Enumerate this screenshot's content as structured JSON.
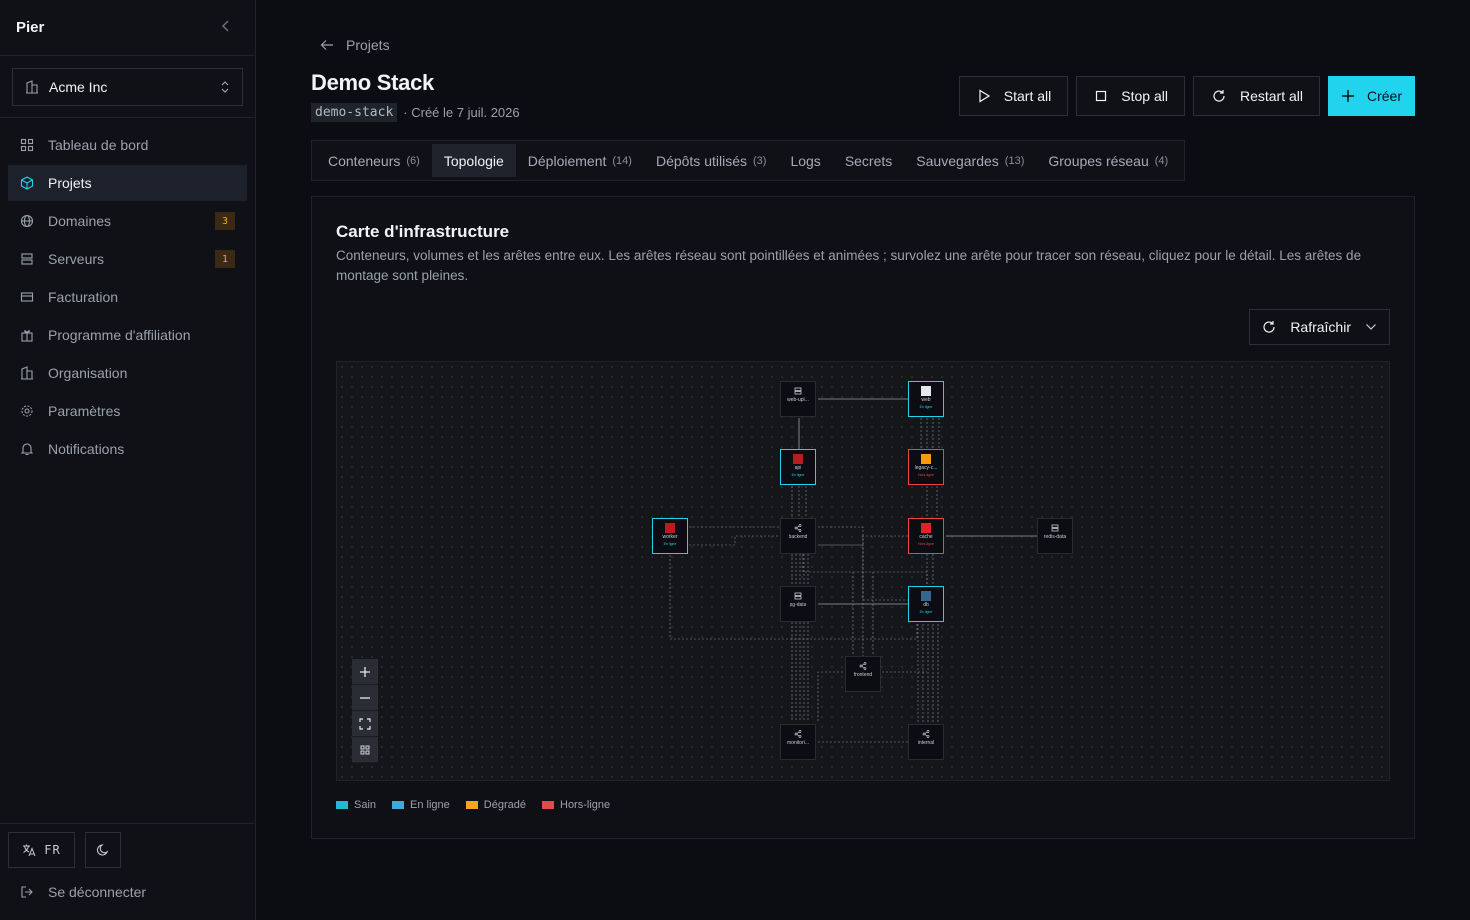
{
  "sidebar": {
    "brand": "Pier",
    "org": "Acme Inc",
    "items": [
      {
        "label": "Tableau de bord",
        "icon": "dashboard-icon",
        "badge": ""
      },
      {
        "label": "Projets",
        "icon": "cube-icon",
        "badge": "",
        "active": true
      },
      {
        "label": "Domaines",
        "icon": "globe-icon",
        "badge": "3"
      },
      {
        "label": "Serveurs",
        "icon": "server-icon",
        "badge": "1"
      },
      {
        "label": "Facturation",
        "icon": "credit-card-icon",
        "badge": ""
      },
      {
        "label": "Programme d'affiliation",
        "icon": "gift-icon",
        "badge": ""
      },
      {
        "label": "Organisation",
        "icon": "building-icon",
        "badge": ""
      },
      {
        "label": "Paramètres",
        "icon": "gear-icon",
        "badge": ""
      },
      {
        "label": "Notifications",
        "icon": "bell-icon",
        "badge": ""
      }
    ],
    "lang": "FR",
    "logout": "Se déconnecter"
  },
  "header": {
    "back": "Projets",
    "title": "Demo Stack",
    "slug": "demo-stack",
    "created": "· Créé le 7 juil. 2026"
  },
  "actions": {
    "start": "Start all",
    "stop": "Stop all",
    "restart": "Restart all",
    "create": "Créer"
  },
  "tabs": [
    {
      "label": "Conteneurs",
      "count": "(6)"
    },
    {
      "label": "Topologie",
      "count": "",
      "active": true
    },
    {
      "label": "Déploiement",
      "count": "(14)"
    },
    {
      "label": "Dépôts utilisés",
      "count": "(3)"
    },
    {
      "label": "Logs",
      "count": ""
    },
    {
      "label": "Secrets",
      "count": ""
    },
    {
      "label": "Sauvegardes",
      "count": "(13)"
    },
    {
      "label": "Groupes réseau",
      "count": "(4)"
    }
  ],
  "card": {
    "title": "Carte d'infrastructure",
    "desc": "Conteneurs, volumes et les arêtes entre eux. Les arêtes réseau sont pointillées et animées ; survolez une arête pour tracer son réseau, cliquez pour le détail. Les arêtes de montage sont pleines.",
    "refresh": "Rafraîchir"
  },
  "graph": {
    "nodes": [
      {
        "id": "webupl",
        "label": "web-upl...",
        "kind": "volume",
        "status": ""
      },
      {
        "id": "web",
        "label": "web",
        "kind": "container",
        "status": "En ligne",
        "state": "ok"
      },
      {
        "id": "api",
        "label": "api",
        "kind": "container",
        "status": "En ligne",
        "state": "ok"
      },
      {
        "id": "legacy",
        "label": "legacy-c...",
        "kind": "container",
        "status": "Hors-ligne",
        "state": "bad"
      },
      {
        "id": "worker",
        "label": "worker",
        "kind": "container",
        "status": "En ligne",
        "state": "ok"
      },
      {
        "id": "backend",
        "label": "backend",
        "kind": "network",
        "status": ""
      },
      {
        "id": "cache",
        "label": "cache",
        "kind": "container",
        "status": "Hors-ligne",
        "state": "bad"
      },
      {
        "id": "redisdata",
        "label": "redis-data",
        "kind": "volume",
        "status": ""
      },
      {
        "id": "pgdata",
        "label": "pg-data",
        "kind": "volume",
        "status": ""
      },
      {
        "id": "db",
        "label": "db",
        "kind": "container",
        "status": "En ligne",
        "state": "ok"
      },
      {
        "id": "frontend",
        "label": "frontend",
        "kind": "network",
        "status": ""
      },
      {
        "id": "monitori",
        "label": "monitori...",
        "kind": "network",
        "status": ""
      },
      {
        "id": "internal",
        "label": "internal",
        "kind": "network",
        "status": ""
      }
    ]
  },
  "legend": [
    {
      "label": "Sain",
      "color": "#22b8d6"
    },
    {
      "label": "En ligne",
      "color": "#3fa9d9"
    },
    {
      "label": "Dégradé",
      "color": "#f5a524"
    },
    {
      "label": "Hors-ligne",
      "color": "#e5484d"
    }
  ]
}
